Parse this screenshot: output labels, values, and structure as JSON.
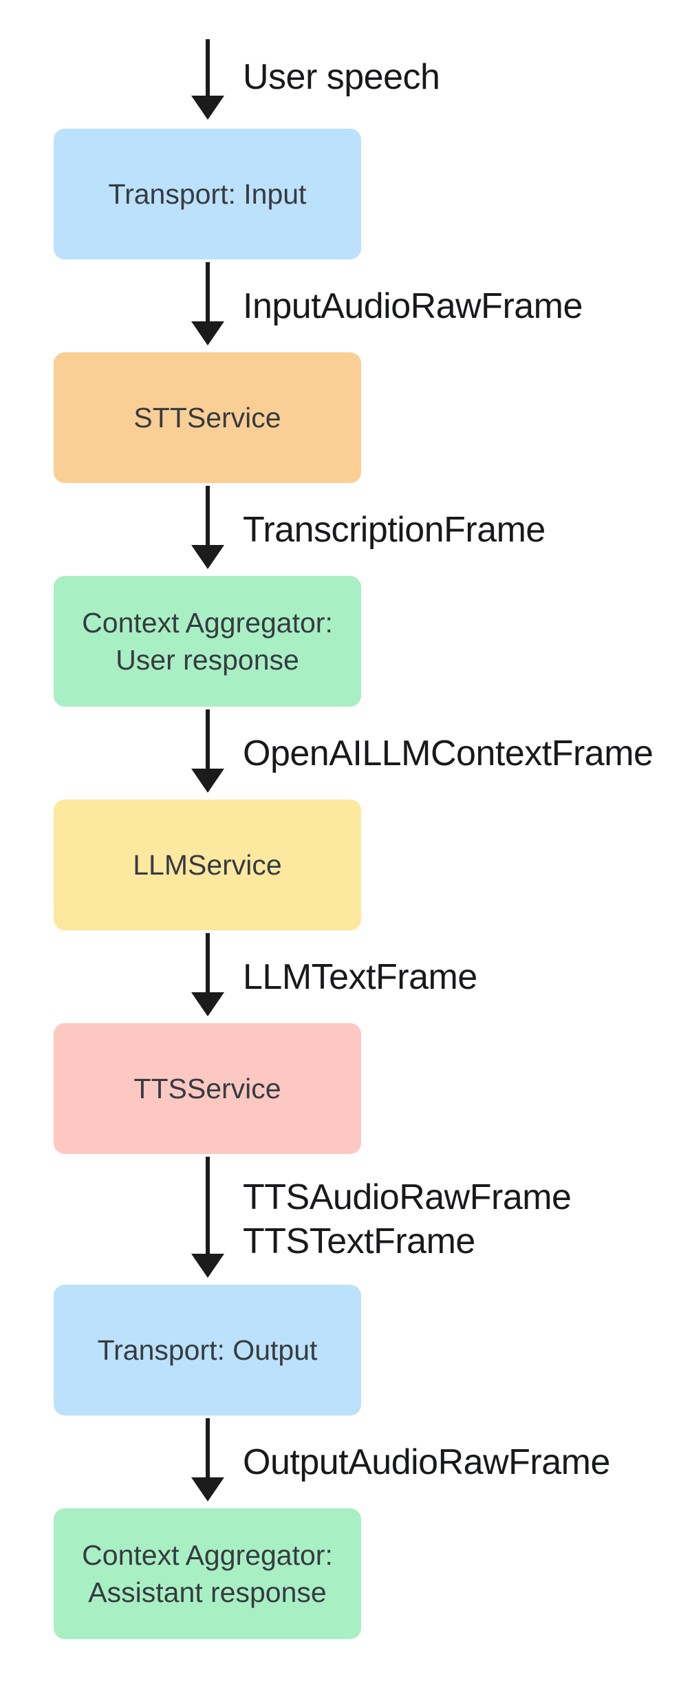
{
  "diagram": {
    "nodes": [
      {
        "label": "Transport: Input",
        "line1": "Transport: Input",
        "color": "#bce1fb"
      },
      {
        "label": "STTService",
        "line1": "STTService",
        "color": "#f9cf96"
      },
      {
        "label": "Context Aggregator: User response",
        "line1": "Context Aggregator:",
        "line2": "User response",
        "color": "#a9efc4"
      },
      {
        "label": "LLMService",
        "line1": "LLMService",
        "color": "#fde8a0"
      },
      {
        "label": "TTSService",
        "line1": "TTSService",
        "color": "#fec8c2"
      },
      {
        "label": "Transport: Output",
        "line1": "Transport: Output",
        "color": "#bce1fb"
      },
      {
        "label": "Context Aggregator: Assistant response",
        "line1": "Context Aggregator:",
        "line2": "Assistant response",
        "color": "#a9efc4"
      }
    ],
    "edges": [
      {
        "label": "User speech"
      },
      {
        "label": "InputAudioRawFrame"
      },
      {
        "label": "TranscriptionFrame"
      },
      {
        "label": "OpenAILLMContextFrame"
      },
      {
        "label": "LLMTextFrame"
      },
      {
        "label": "TTSAudioRawFrame",
        "label2": "TTSTextFrame"
      },
      {
        "label": "OutputAudioRawFrame"
      }
    ],
    "colors": {
      "arrow": "#1b1b1b",
      "blue": "#bce1fb",
      "orange": "#f9cf96",
      "green": "#a9efc4",
      "yellow": "#fde8a0",
      "pink": "#fec8c2",
      "edge_label_text": "#17191c",
      "node_text": "#363b41"
    }
  }
}
